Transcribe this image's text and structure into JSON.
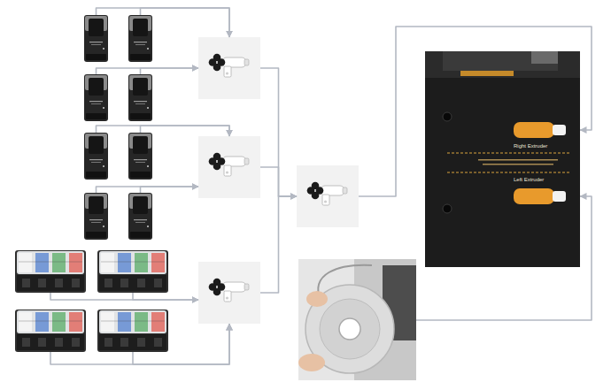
{
  "diagram": {
    "nodes": [
      {
        "text": []
      },
      {
        "text": []
      },
      {
        "text": []
      },
      {
        "text": []
      },
      {
        "text": []
      },
      {
        "text": []
      },
      {
        "text": []
      },
      {
        "text": []
      },
      {
        "text": []
      },
      {
        "text": []
      },
      {
        "text": []
      },
      {
        "text": []
      },
      {
        "text": []
      },
      {
        "text": []
      },
      {
        "text": []
      },
      {
        "text": []
      },
      {
        "text": [
          "Right Extruder",
          "Left Extruder"
        ]
      },
      {
        "text": []
      }
    ],
    "edges": [
      {
        "from": 0,
        "to": 12,
        "arrow": "to"
      },
      {
        "from": 1,
        "to": 12,
        "arrow": "to"
      },
      {
        "from": 2,
        "to": 12,
        "arrow": "to"
      },
      {
        "from": 3,
        "to": 12,
        "arrow": "to"
      },
      {
        "from": 4,
        "to": 13,
        "arrow": "to"
      },
      {
        "from": 5,
        "to": 13,
        "arrow": "to"
      },
      {
        "from": 6,
        "to": 13,
        "arrow": "to"
      },
      {
        "from": 7,
        "to": 13,
        "arrow": "to"
      },
      {
        "from": 8,
        "to": 14,
        "arrow": "to"
      },
      {
        "from": 9,
        "to": 14,
        "arrow": "to"
      },
      {
        "from": 10,
        "to": 14,
        "arrow": "to"
      },
      {
        "from": 11,
        "to": 14,
        "arrow": "to"
      },
      {
        "from": 12,
        "to": 15,
        "arrow": "to"
      },
      {
        "from": 13,
        "to": 15,
        "arrow": "to"
      },
      {
        "from": 14,
        "to": 15,
        "arrow": "to"
      },
      {
        "from": 15,
        "to": 16,
        "arrow": "to"
      },
      {
        "from": 17,
        "to": 16,
        "arrow": "to"
      }
    ]
  }
}
